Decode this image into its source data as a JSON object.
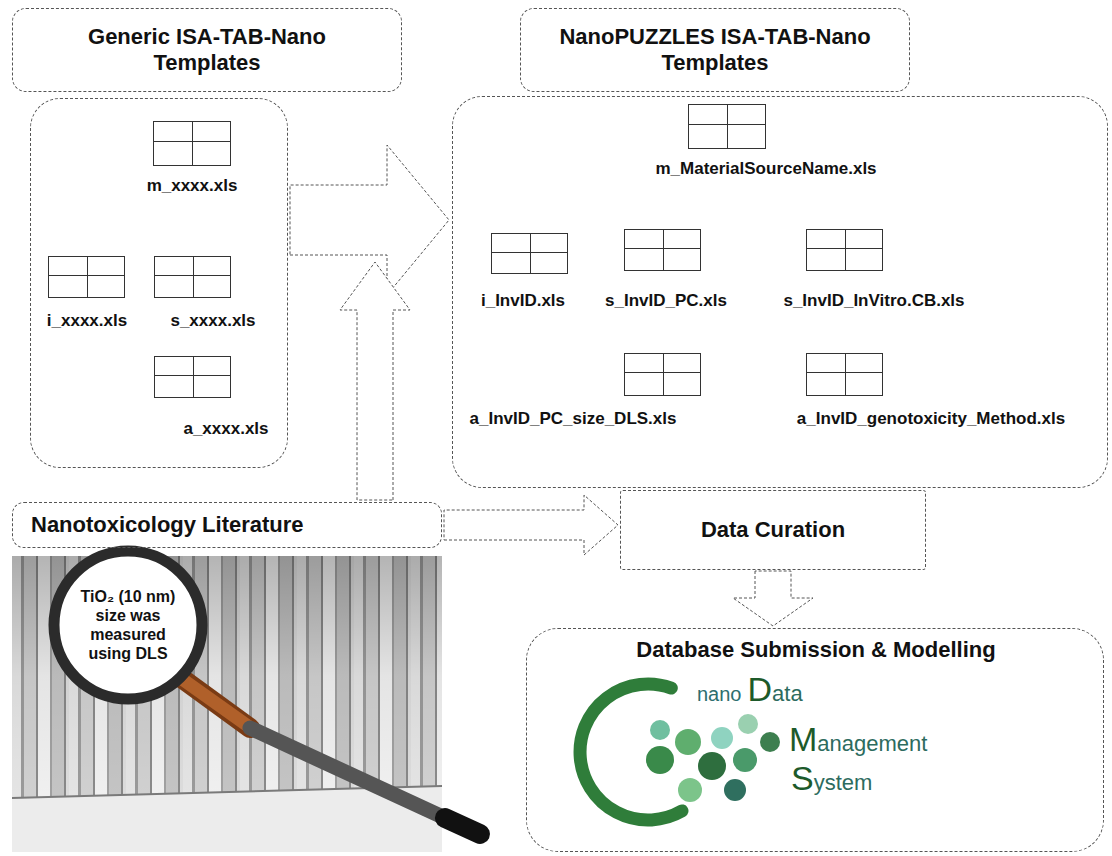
{
  "diagram": {
    "nodes": [
      {
        "text": [
          "Generic ISA-TAB-Nano Templates"
        ]
      },
      {
        "text": []
      },
      {
        "text": [
          "m_xxxx.xls"
        ],
        "in": 1
      },
      {
        "text": [
          "i_xxxx.xls"
        ],
        "in": 1
      },
      {
        "text": [
          "s_xxxx.xls"
        ],
        "in": 1
      },
      {
        "text": [
          "a_xxxx.xls"
        ],
        "in": 1
      },
      {
        "text": [
          "NanoPUZZLES ISA-TAB-Nano Templates"
        ]
      },
      {
        "text": []
      },
      {
        "text": [
          "m_MaterialSourceName.xls"
        ],
        "in": 7
      },
      {
        "text": [
          "i_InvID.xls"
        ],
        "in": 7
      },
      {
        "text": [
          "s_InvID_PC.xls"
        ],
        "in": 7
      },
      {
        "text": [
          "s_InvID_InVitro.CB.xls"
        ],
        "in": 7
      },
      {
        "text": [
          "a_InvID_PC_size_DLS.xls"
        ],
        "in": 7
      },
      {
        "text": [
          "a_InvID_genotoxicity_Method.xls"
        ],
        "in": 7
      },
      {
        "text": [
          "Nanotoxicology Literature"
        ]
      },
      {
        "text": [
          "Data Curation"
        ]
      },
      {
        "text": [
          "Database Submission & Modelling",
          "nano",
          "Data",
          "Management",
          "System"
        ]
      }
    ],
    "edges": [
      {
        "from": 1,
        "to": 7,
        "arrow": "to"
      },
      {
        "from": 14,
        "to": 7,
        "arrow": "to"
      },
      {
        "from": 14,
        "to": 15,
        "arrow": "to"
      },
      {
        "from": 15,
        "to": 16,
        "arrow": "to"
      }
    ],
    "labels": [
      "TiO₂ (10 nm) size was measured using DLS"
    ]
  }
}
